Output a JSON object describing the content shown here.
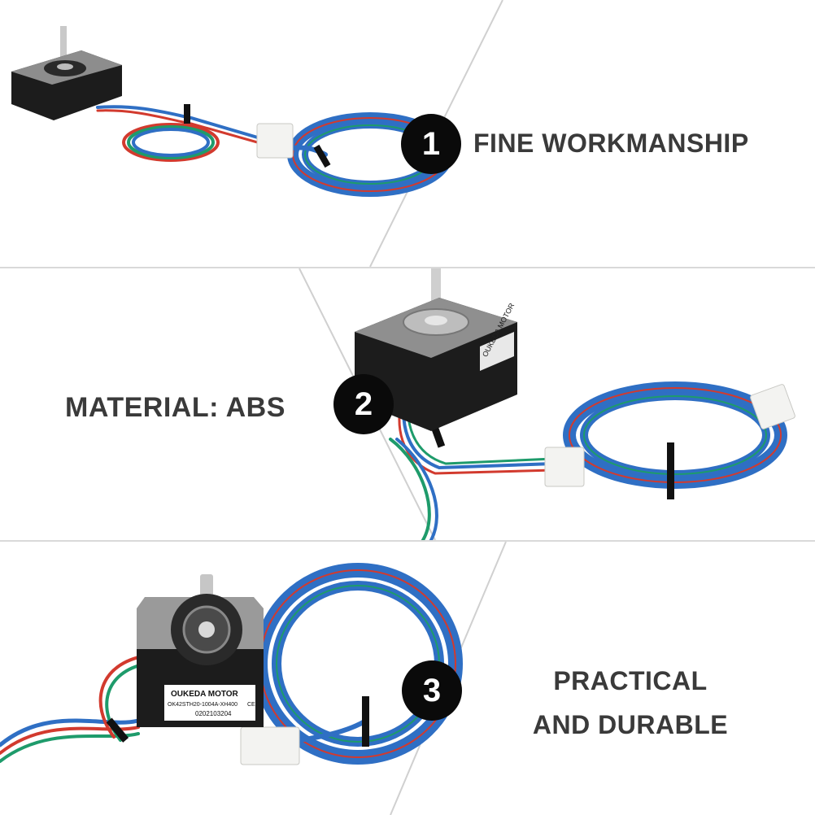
{
  "features": [
    {
      "number": "1",
      "text": "FINE WORKMANSHIP"
    },
    {
      "number": "2",
      "text": "MATERIAL: ABS",
      "motor_label": "OUKEDA MOTOR"
    },
    {
      "number": "3",
      "line1": "PRACTICAL",
      "line2": "AND DURABLE",
      "motor_label": "OUKEDA MOTOR",
      "model": "OK42STH20-1004A-XH400",
      "serial": "0202103204",
      "ce": "CE"
    }
  ],
  "colors": {
    "cable_blue": "#2f6fc4",
    "wire_red": "#d23a2e",
    "wire_green": "#1e9b6b",
    "motor_body": "#1c1c1c",
    "badge": "#0a0a0a",
    "text": "#3a3a3a"
  }
}
